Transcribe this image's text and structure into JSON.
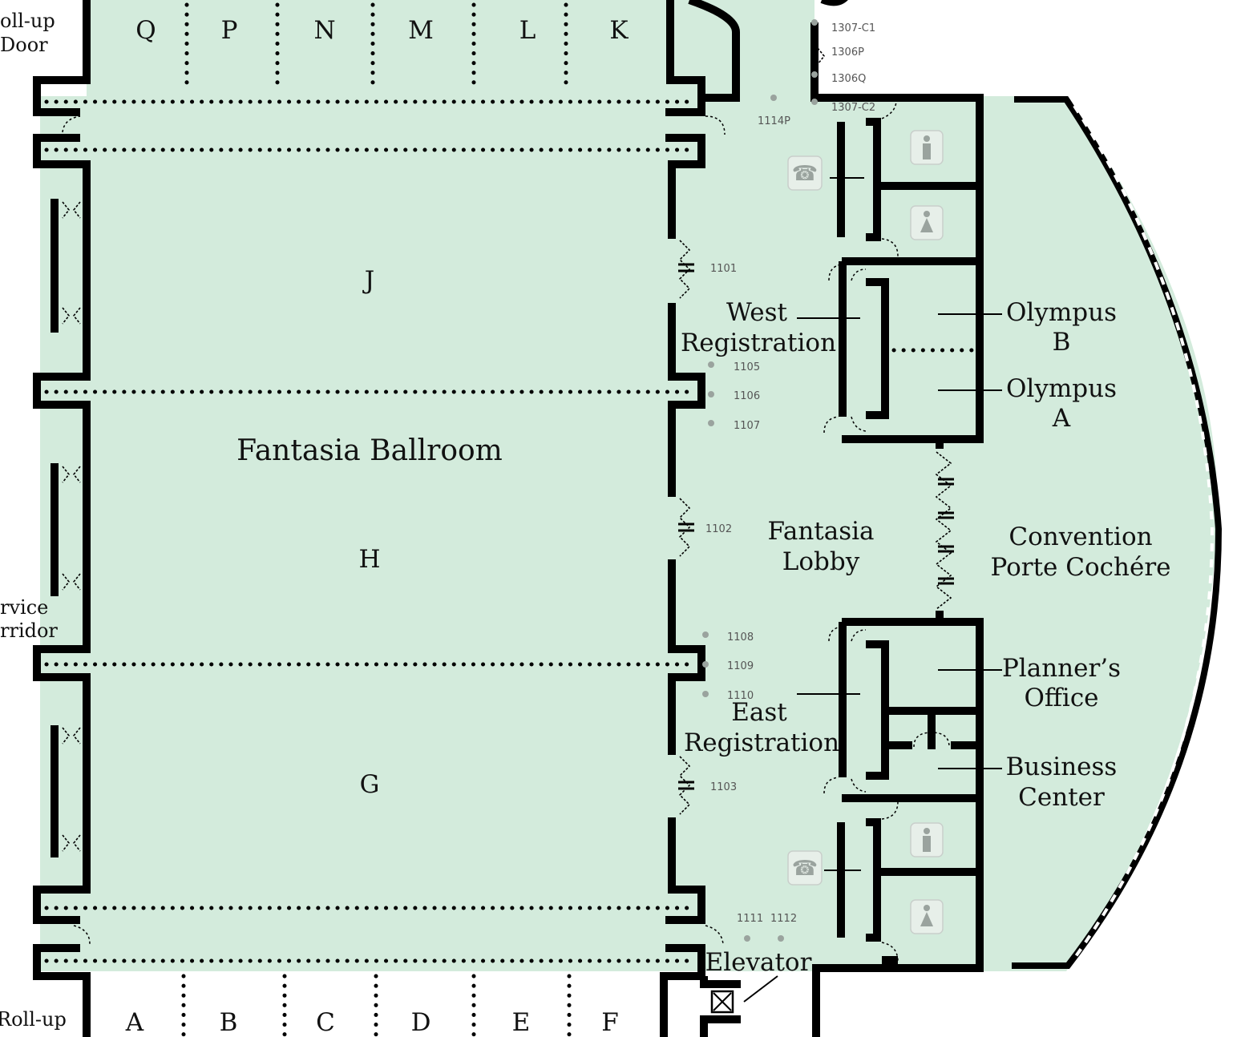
{
  "colors": {
    "floor": "#d3ebdc",
    "wall": "#000000",
    "icon": "#9aa39e"
  },
  "rooms": {
    "ballroom": "Fantasia Ballroom",
    "section_j": "J",
    "section_h": "H",
    "section_g": "G",
    "lobby_line1": "Fantasia",
    "lobby_line2": "Lobby",
    "west_reg_line1": "West",
    "west_reg_line2": "Registration",
    "east_reg_line1": "East",
    "east_reg_line2": "Registration",
    "olympus_b_line1": "Olympus",
    "olympus_b_line2": "B",
    "olympus_a_line1": "Olympus",
    "olympus_a_line2": "A",
    "porte_line1": "Convention",
    "porte_line2": "Porte Cochére",
    "planner_line1": "Planner’s",
    "planner_line2": "Office",
    "business_line1": "Business",
    "business_line2": "Center",
    "elevator": "Elevator",
    "rollup_top_line1": "oll-up",
    "rollup_top_line2": "Door",
    "rollup_bottom_line1": "Roll-up",
    "service_line1": "rvice",
    "service_line2": "rridor"
  },
  "top_bays": [
    "Q",
    "P",
    "N",
    "M",
    "L",
    "K"
  ],
  "bottom_bays": [
    "A",
    "B",
    "C",
    "D",
    "E",
    "F"
  ],
  "door_numbers": {
    "d1307c1": "1307-C1",
    "d1306p": "1306P",
    "d1306q": "1306Q",
    "d1307c2": "1307-C2",
    "d1114p": "1114P",
    "d1101": "1101",
    "d1105": "1105",
    "d1106": "1106",
    "d1107": "1107",
    "d1102": "1102",
    "d1108": "1108",
    "d1109": "1109",
    "d1110": "1110",
    "d1103": "1103",
    "d1111": "1111",
    "d1112": "1112"
  },
  "icons": [
    "telephone-icon",
    "mens-restroom-icon",
    "womens-restroom-icon",
    "elevator-icon"
  ]
}
